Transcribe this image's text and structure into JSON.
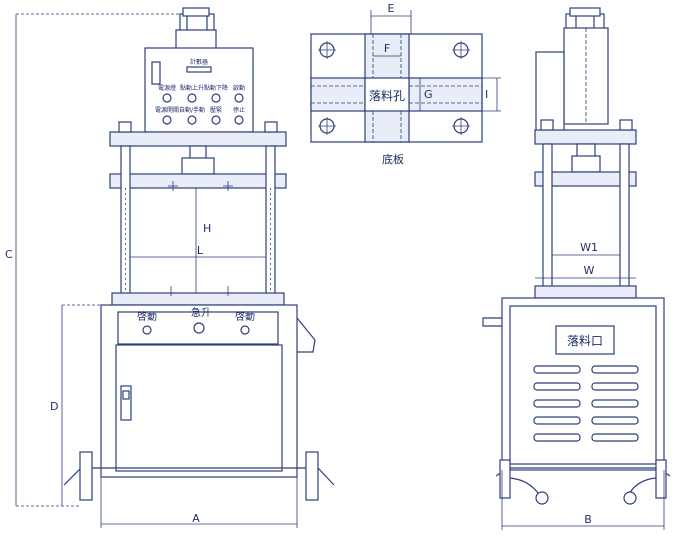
{
  "labels": {
    "dim_a": "A",
    "dim_b": "B",
    "dim_c": "C",
    "dim_d": "D",
    "dim_e": "E",
    "dim_f": "F",
    "dim_g": "G",
    "dim_h": "H",
    "dim_i": "I",
    "dim_l": "L",
    "dim_w": "W",
    "dim_w1": "W1"
  },
  "front_panel": {
    "title": "計數器",
    "row1": [
      "電源燈",
      "點動上升",
      "點動下降",
      "啟動"
    ],
    "row2": [
      "電源開關",
      "自動/手動",
      "壓緊",
      "停止"
    ]
  },
  "front_base": {
    "buttons": [
      "啓動",
      "急升",
      "啓動"
    ]
  },
  "bottom_plate": {
    "hole_label": "落料孔",
    "caption": "底板"
  },
  "side_view": {
    "outlet_label": "落料口"
  }
}
